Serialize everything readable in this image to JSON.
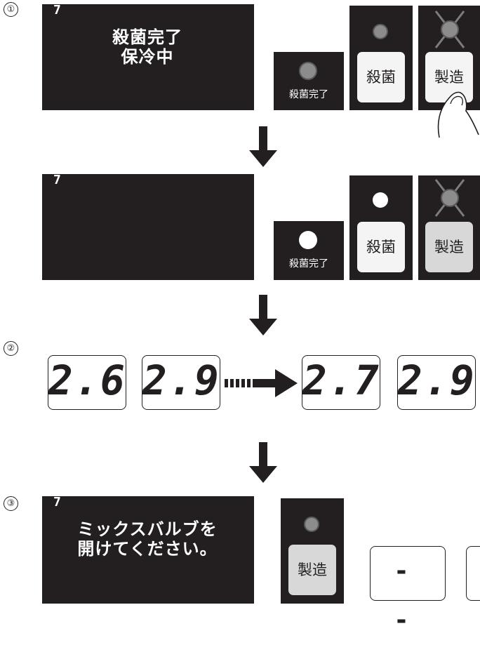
{
  "steps": [
    "①",
    "②",
    "③"
  ],
  "lcd_code": "7",
  "step1": {
    "lcd_line1": "殺菌完了",
    "lcd_line2": "保冷中",
    "sterilize_complete_label": "殺菌完了",
    "sterilize_button": "殺菌",
    "produce_button": "製造"
  },
  "step1b": {
    "sterilize_complete_label": "殺菌完了",
    "sterilize_button": "殺菌",
    "produce_button": "製造"
  },
  "step2": {
    "before": [
      "2.6",
      "2.9"
    ],
    "after": [
      "2.7",
      "2.9"
    ]
  },
  "step3": {
    "lcd_line1": "ミックスバルブを",
    "lcd_line2": "開けてください。",
    "produce_button": "製造",
    "display_dashes": "- -"
  },
  "colors": {
    "panel": "#231f20",
    "button": "#f4f4f4",
    "lamp_off": "#8c8c8c",
    "lamp_on": "#ffffff"
  }
}
